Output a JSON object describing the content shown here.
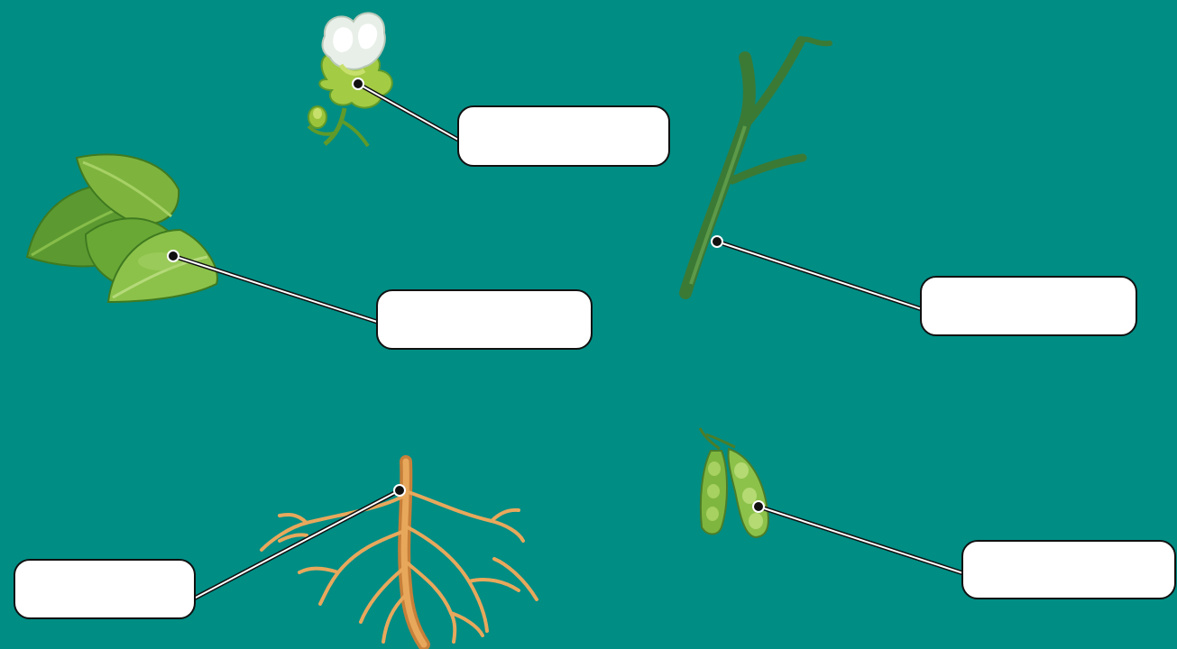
{
  "diagram": {
    "background_color": "#008d84",
    "parts": [
      {
        "id": "flower",
        "icon": "flower-icon",
        "label": ""
      },
      {
        "id": "leaf",
        "icon": "leaf-icon",
        "label": ""
      },
      {
        "id": "stem",
        "icon": "stem-icon",
        "label": ""
      },
      {
        "id": "root",
        "icon": "root-icon",
        "label": ""
      },
      {
        "id": "fruit",
        "icon": "pea-pod-icon",
        "label": ""
      }
    ]
  }
}
